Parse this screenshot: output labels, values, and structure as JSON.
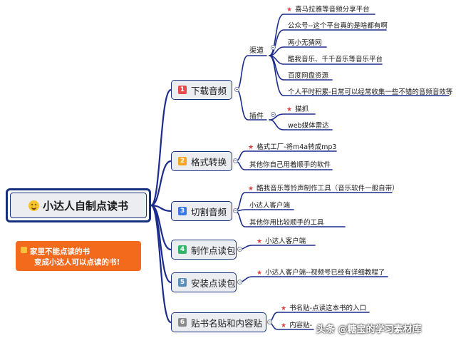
{
  "root": {
    "title": "小达人自制点读书",
    "icon": "smile-emoji-icon"
  },
  "promo": {
    "line1": "家里不能点读的书",
    "line2": "变成小达人可以点读的书!",
    "color": "#f36a1d"
  },
  "branches": [
    {
      "num": "1",
      "label": "下载音频",
      "color": "#e84b4b"
    },
    {
      "num": "2",
      "label": "格式转换",
      "color": "#f5a623"
    },
    {
      "num": "3",
      "label": "切割音频",
      "color": "#3b78e7"
    },
    {
      "num": "4",
      "label": "制作点读包",
      "color": "#34b36b"
    },
    {
      "num": "5",
      "label": "安装点读包",
      "color": "#5b8fb9"
    },
    {
      "num": "6",
      "label": "贴书名贴和内容贴",
      "color": "#8a8a8a"
    }
  ],
  "groups": {
    "channels": "渠道",
    "plugins": "插件"
  },
  "leaves": {
    "ximalaya": "喜马拉雅等音频分享平台",
    "gongzhonghao": "公众号--这个平台真的是啥都有啊",
    "liangxiao": "两小无猜网",
    "kugou": "酷我音乐、千千音乐等音乐平台",
    "baidu": "百度网盘资源",
    "geren": "个人平时积累-日常可以经常收集一些不错的音频音效等",
    "maozhua": "猫抓",
    "web": "web媒体雷达",
    "geshi": "格式工厂-将m4a转成mp3",
    "qita1": "其他你自己用着顺手的软件",
    "kuwo": "酷我音乐等铃声制作工具（音乐软件一般自带）",
    "kehu1": "小达人客户端",
    "qita2": "其他你用比较顺手的工具",
    "kehu2": "小达人客户端",
    "kehu3": "小达人客户端--视频号已经有详细教程了",
    "shumingtie": "书名贴-点读这本书的入口",
    "neirongtie": "内容贴-"
  },
  "watermark": "头条 @糖宝的学习素材库",
  "line_color": "#1c2c8c"
}
